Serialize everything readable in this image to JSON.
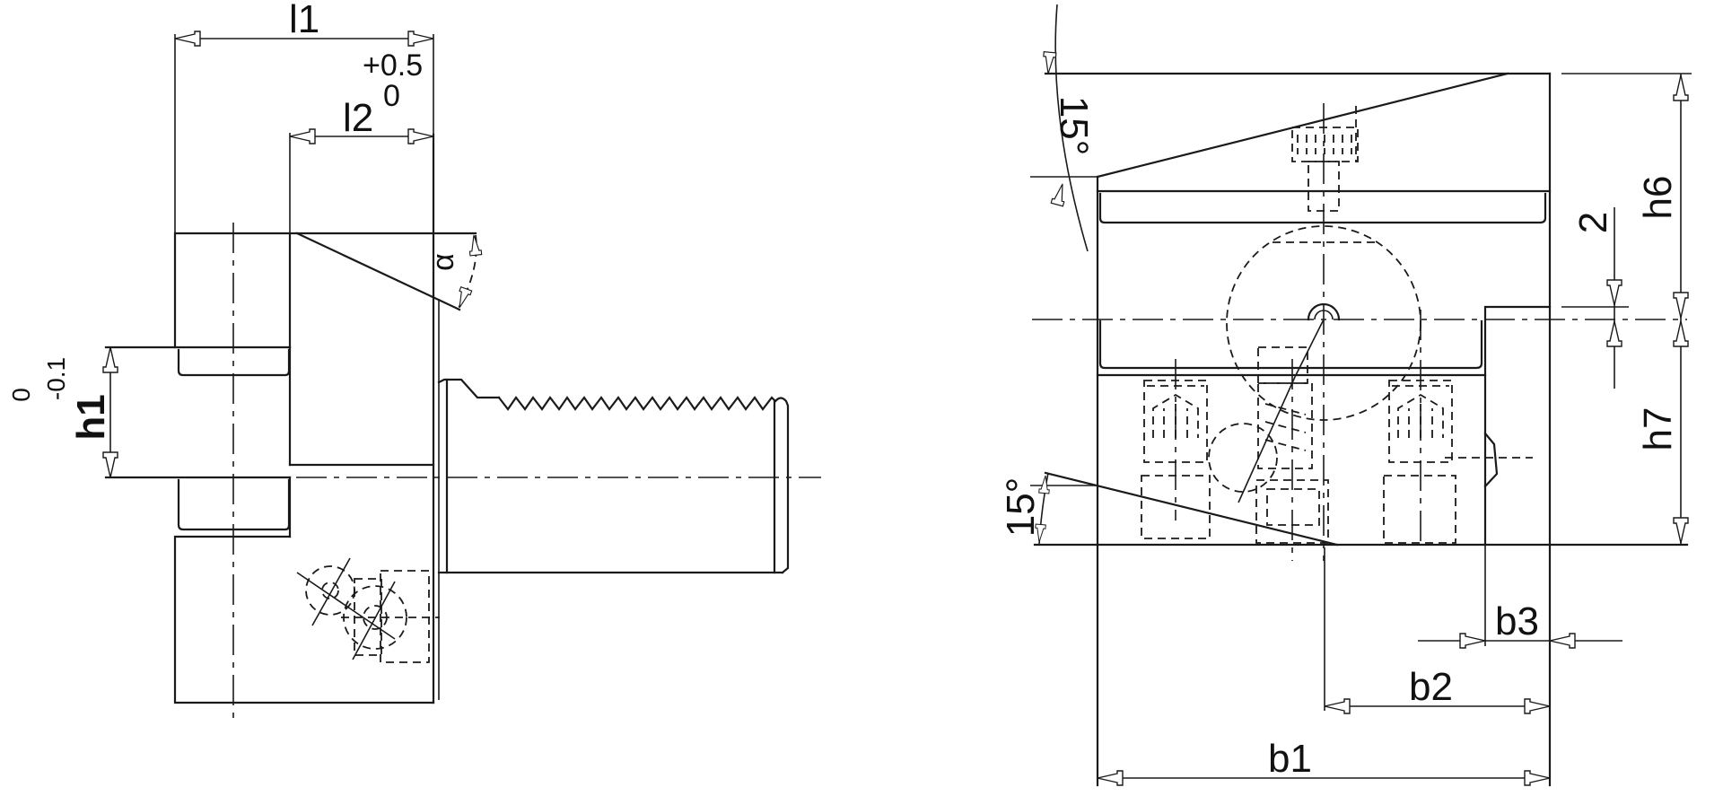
{
  "drawing": {
    "title": "Tool holder technical drawing",
    "colors": {
      "line": "#1a1a1a",
      "background": "#ffffff"
    },
    "side_view": {
      "dimensions": {
        "l1": {
          "label": "l1"
        },
        "l2": {
          "label": "l2",
          "upper_tolerance": "+0.5",
          "lower_tolerance": "0"
        },
        "h1": {
          "label": "h1",
          "upper_tolerance": "0",
          "lower_tolerance": "-0.1"
        },
        "angle": {
          "label": "α"
        }
      }
    },
    "front_view": {
      "dimensions": {
        "angle_top": {
          "label": "15°"
        },
        "angle_bottom": {
          "label": "15°"
        },
        "h6": {
          "label": "h6"
        },
        "h7": {
          "label": "h7"
        },
        "step": {
          "label": "2"
        },
        "b1": {
          "label": "b1"
        },
        "b2": {
          "label": "b2"
        },
        "b3": {
          "label": "b3"
        }
      }
    }
  }
}
